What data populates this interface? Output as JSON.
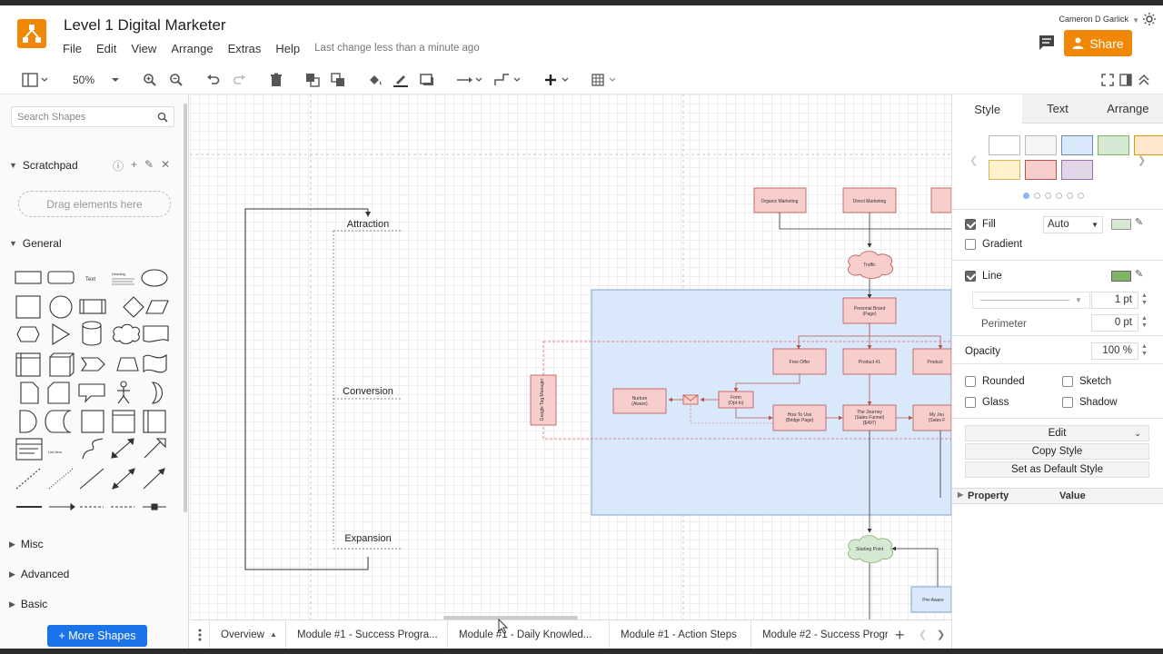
{
  "app": {
    "title": "Level 1 Digital Marketer",
    "menu": [
      "File",
      "Edit",
      "View",
      "Arrange",
      "Extras",
      "Help"
    ],
    "status": "Last change less than a minute ago",
    "user": "Cameron D Garlick",
    "share_label": "Share",
    "brand_color": "#f08705"
  },
  "toolbar": {
    "zoom": "50%"
  },
  "sidebar": {
    "search_placeholder": "Search Shapes",
    "scratchpad_label": "Scratchpad",
    "drag_hint": "Drag elements here",
    "general_label": "General",
    "shape_text": "Text",
    "shape_heading": "Heading",
    "shape_list_item": "List Item",
    "misc_label": "Misc",
    "advanced_label": "Advanced",
    "basic_label": "Basic",
    "more_shapes_label": "+ More Shapes"
  },
  "diagram": {
    "labels": {
      "attraction": "Attraction",
      "conversion": "Conversion",
      "expansion": "Expansion"
    },
    "nodes": {
      "organic": "Organic Marketing",
      "direct": "Direct Marketing",
      "traffic": "Traffic",
      "brand_1": "Personal Brand",
      "brand_2": "(Page)",
      "free_offer": "Free Offer",
      "product1": "Product #1",
      "product": "Product",
      "nurture_1": "Nurture",
      "nurture_2": "(Aware)",
      "form_1": "Form",
      "form_2": "(Opt-In)",
      "howto_1": "How To Use",
      "howto_2": "(Bridge Page)",
      "journey_1": "The Journey",
      "journey_2": "(Sales Funnel)",
      "journey_3": "($497)",
      "myjourney_1": "My Jou",
      "myjourney_2": "(Sales F",
      "gtm": "Google Tag Manager",
      "starting": "Starting Point",
      "pre": "Pre-Aware"
    },
    "colors": {
      "node_fill": "#f8cecc",
      "node_stroke": "#b85450",
      "group_fill": "#dae8fc",
      "cloud_fill": "#d5e8d4"
    }
  },
  "right_panel": {
    "tabs": [
      "Style",
      "Text",
      "Arrange"
    ],
    "swatches": [
      "#ffffff",
      "#f5f5f5",
      "#dae8fc",
      "#d5e8d4",
      "#ffe6cc",
      "#fff2cc",
      "#f8cecc",
      "#e1d5e7"
    ],
    "fill_label": "Fill",
    "fill_mode": "Auto",
    "gradient_label": "Gradient",
    "line_label": "Line",
    "line_width": "1 pt",
    "perimeter_label": "Perimeter",
    "perimeter_value": "0 pt",
    "opacity_label": "Opacity",
    "opacity_value": "100 %",
    "rounded_label": "Rounded",
    "sketch_label": "Sketch",
    "glass_label": "Glass",
    "shadow_label": "Shadow",
    "edit_label": "Edit",
    "copy_style_label": "Copy Style",
    "default_style_label": "Set as Default Style",
    "property_label": "Property",
    "value_label": "Value"
  },
  "pages": [
    "Overview",
    "Module #1 - Success Progra...",
    "Module #1 - Daily Knowled...",
    "Module #1 - Action Steps",
    "Module #2 - Success Progr..."
  ]
}
